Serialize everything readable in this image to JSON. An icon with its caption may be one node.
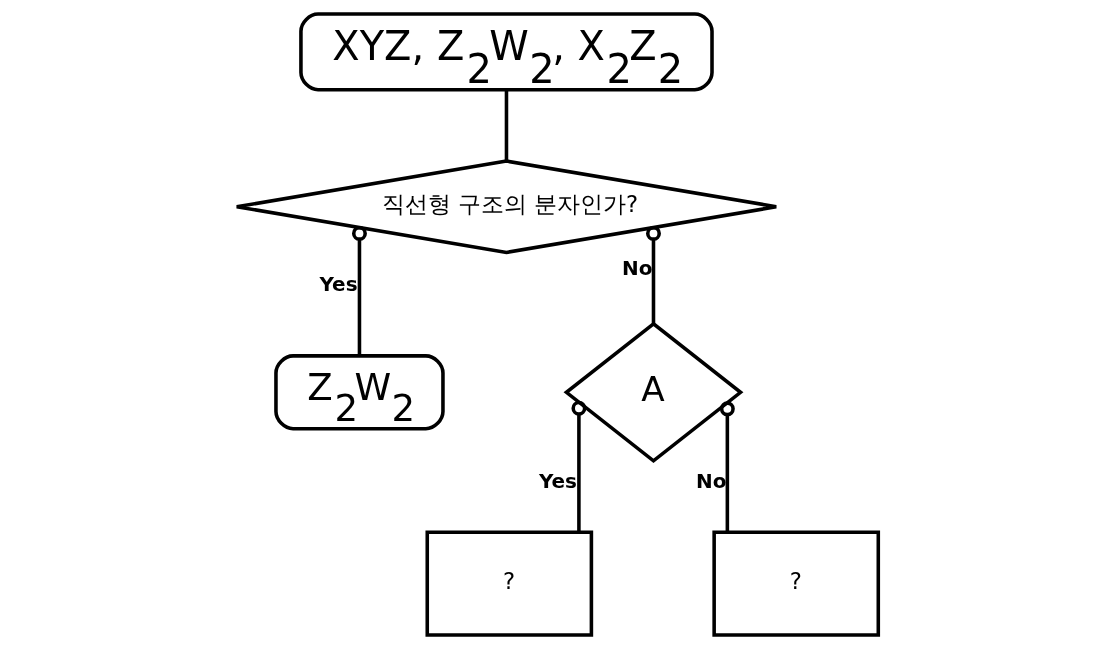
{
  "diagram": {
    "nodes": [
      {
        "text": [
          "XYZ, Z$_{2}$W$_{2}$, X$_{2}$Z$_{2}$"
        ]
      },
      {
        "text": [
          "직선형 구조의 분자인가?"
        ]
      },
      {
        "text": [
          "Z$_{2}$W$_{2}$"
        ]
      },
      {
        "text": [
          "A"
        ]
      },
      {
        "text": [
          "?"
        ]
      },
      {
        "text": [
          "?"
        ]
      }
    ],
    "edges": [
      {
        "from": 0,
        "to": 1,
        "arrow": "none"
      },
      {
        "from": 1,
        "to": 2,
        "arrow": "other",
        "label": "Yes"
      },
      {
        "from": 1,
        "to": 3,
        "arrow": "other",
        "label": "No"
      },
      {
        "from": 3,
        "to": 4,
        "arrow": "other",
        "label": "Yes"
      },
      {
        "from": 3,
        "to": 5,
        "arrow": "other",
        "label": "No"
      }
    ]
  }
}
